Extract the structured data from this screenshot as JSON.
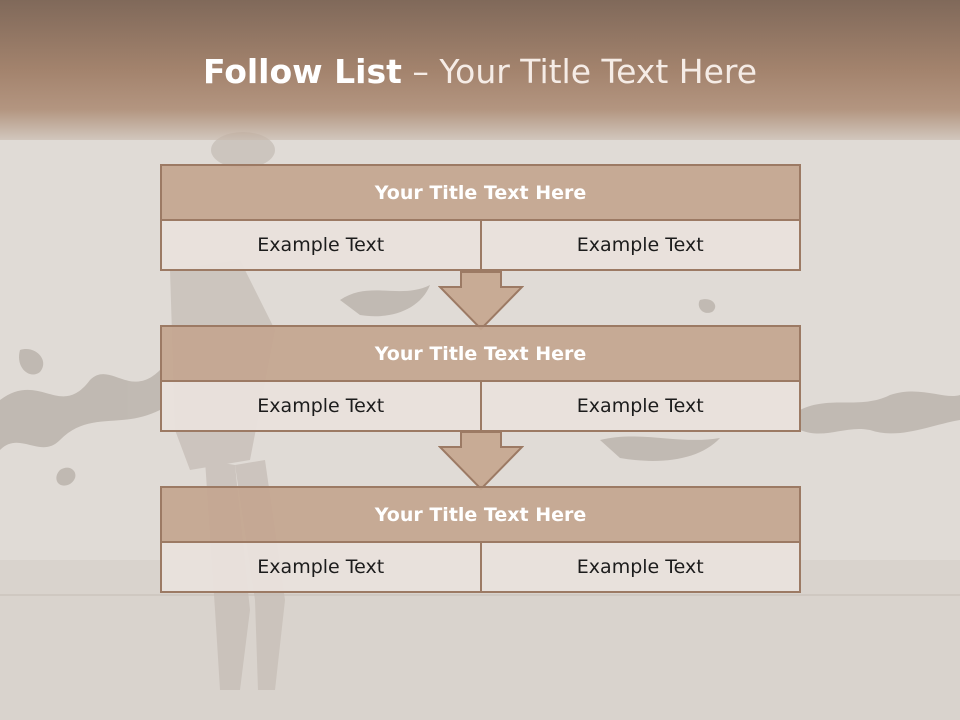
{
  "slide": {
    "title_bold": "Follow List",
    "title_rest": " – Your Title Text Here"
  },
  "blocks": [
    {
      "title": "Your Title Text Here",
      "left": "Example Text",
      "right": "Example Text"
    },
    {
      "title": "Your Title Text Here",
      "left": "Example Text",
      "right": "Example Text"
    },
    {
      "title": "Your Title Text Here",
      "left": "Example Text",
      "right": "Example Text"
    }
  ],
  "colors": {
    "header": "#a3836d",
    "title_bar": "#c4a690",
    "cell": "#e9e1dc",
    "border": "#9c7a64"
  }
}
